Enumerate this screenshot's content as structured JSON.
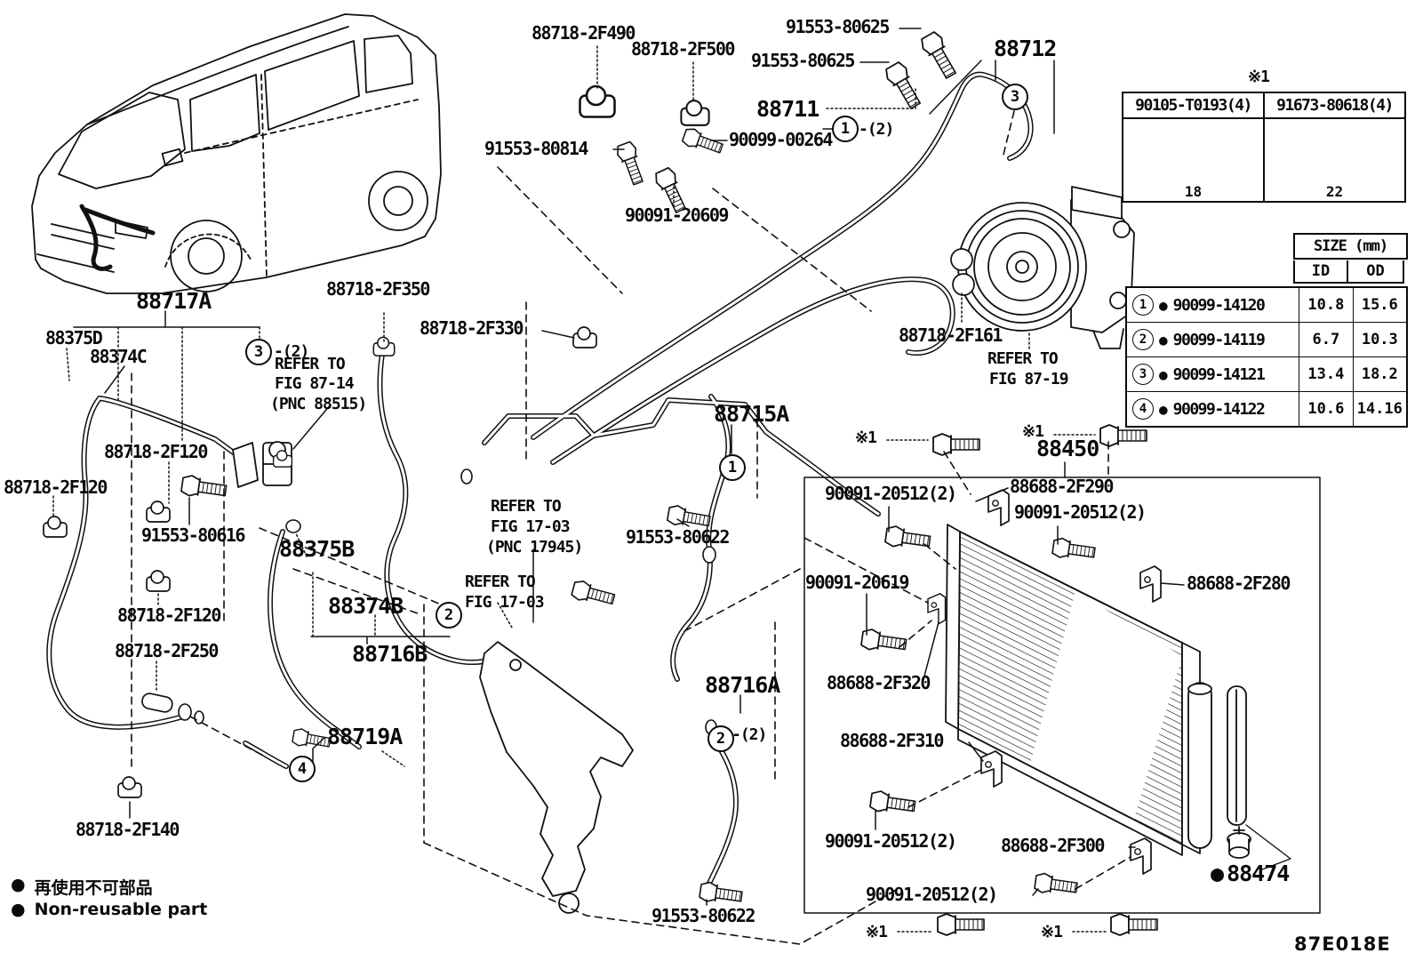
{
  "diagram": {
    "code": "87E018E",
    "note": "※1",
    "qty2": "-(2)",
    "legend": {
      "bullet": "●",
      "jp": "再使用不可部品",
      "en": "Non-reusable part"
    }
  },
  "parts": {
    "88718-2F490": "88718-2F490",
    "88718-2F500": "88718-2F500",
    "91553-80625": "91553-80625",
    "88712": "88712",
    "88711": "88711",
    "90099-00264": "90099-00264",
    "91553-80814": "91553-80814",
    "90091-20609": "90091-20609",
    "88717A": "88717A",
    "88375D": "88375D",
    "88374C": "88374C",
    "88718-2F350": "88718-2F350",
    "88718-2F330": "88718-2F330",
    "88718-2F161": "88718-2F161",
    "88718-2F120": "88718-2F120",
    "91553-80616": "91553-80616",
    "88375B": "88375B",
    "88374B": "88374B",
    "88716B": "88716B",
    "88718-2F250": "88718-2F250",
    "88715A": "88715A",
    "91553-80622": "91553-80622",
    "88719A": "88719A",
    "88718-2F140": "88718-2F140",
    "88716A": "88716A",
    "88450": "88450",
    "90091-20512(2)": "90091-20512(2)",
    "88688-2F290": "88688-2F290",
    "90091-20619": "90091-20619",
    "88688-2F280": "88688-2F280",
    "88688-2F320": "88688-2F320",
    "88688-2F310": "88688-2F310",
    "88688-2F300": "88688-2F300",
    "88474": "88474"
  },
  "refs": {
    "r1": "1",
    "r2": "2",
    "r3": "3",
    "r4": "4"
  },
  "refer_87_14": {
    "l1": "REFER TO",
    "l2": "FIG 87-14",
    "l3": "(PNC 88515)"
  },
  "refer_87_19": {
    "l1": "REFER TO",
    "l2": "FIG 87-19"
  },
  "refer_17_03a": {
    "l1": "REFER TO",
    "l2": "FIG 17-03",
    "l3": "(PNC 17945)"
  },
  "refer_17_03b": {
    "l1": "REFER TO",
    "l2": "FIG 17-03"
  },
  "fastener_table": {
    "note": "※1",
    "left": {
      "part": "90105-T0193(4)",
      "len": "18"
    },
    "right": {
      "part": "91673-80618(4)",
      "len": "22"
    }
  },
  "size_table": {
    "title": "SIZE (mm)",
    "id": "ID",
    "od": "OD",
    "rows": [
      {
        "ref": "1",
        "part": "90099-14120",
        "id_val": "10.8",
        "od_val": "15.6"
      },
      {
        "ref": "2",
        "part": "90099-14119",
        "id_val": "6.7",
        "od_val": "10.3"
      },
      {
        "ref": "3",
        "part": "90099-14121",
        "id_val": "13.4",
        "od_val": "18.2"
      },
      {
        "ref": "4",
        "part": "90099-14122",
        "id_val": "10.6",
        "od_val": "14.16"
      }
    ]
  }
}
